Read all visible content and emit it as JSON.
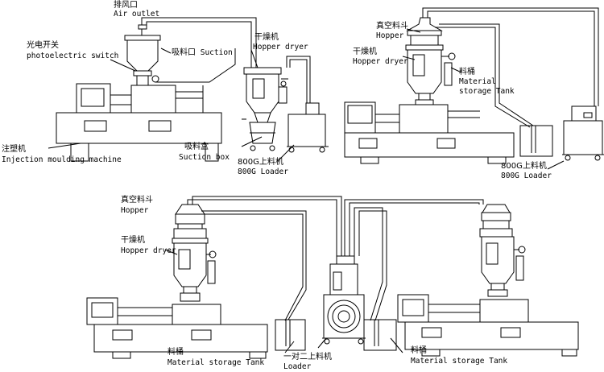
{
  "panel1": {
    "air_outlet_cn": "排风口",
    "air_outlet_en": "Air outlet",
    "photo_switch_cn": "光电开关",
    "photo_switch_en": "photoelectric switch",
    "suction_cn": "吸料口",
    "suction_en": "Suction",
    "dryer_cn": "干燥机",
    "dryer_en": "Hopper dryer",
    "imm_cn": "注塑机",
    "imm_en": "Injection moulding machine",
    "suction_box_cn": "吸料盒",
    "suction_box_en": "Suction box",
    "loader_cn": "800G上料机",
    "loader_en": "800G Loader"
  },
  "panel2": {
    "hopper_cn": "真空料斗",
    "hopper_en": "Hopper",
    "dryer_cn": "干燥机",
    "dryer_en": "Hopper dryer",
    "tank_cn": "料桶",
    "tank_en1": "Material",
    "tank_en2": "storage Tank",
    "loader_cn": "800G上料机",
    "loader_en": "800G Loader"
  },
  "panel3": {
    "hopper_cn": "真空料斗",
    "hopper_en": "Hopper",
    "dryer_cn": "干燥机",
    "dryer_en": "Hopper dryer",
    "tank_cn": "料桶",
    "tank_en": "Material storage Tank",
    "loader_cn": "一对二上料机",
    "loader_en": "Loader",
    "tank2_cn": "料桶",
    "tank2_en": "Material storage Tank"
  }
}
